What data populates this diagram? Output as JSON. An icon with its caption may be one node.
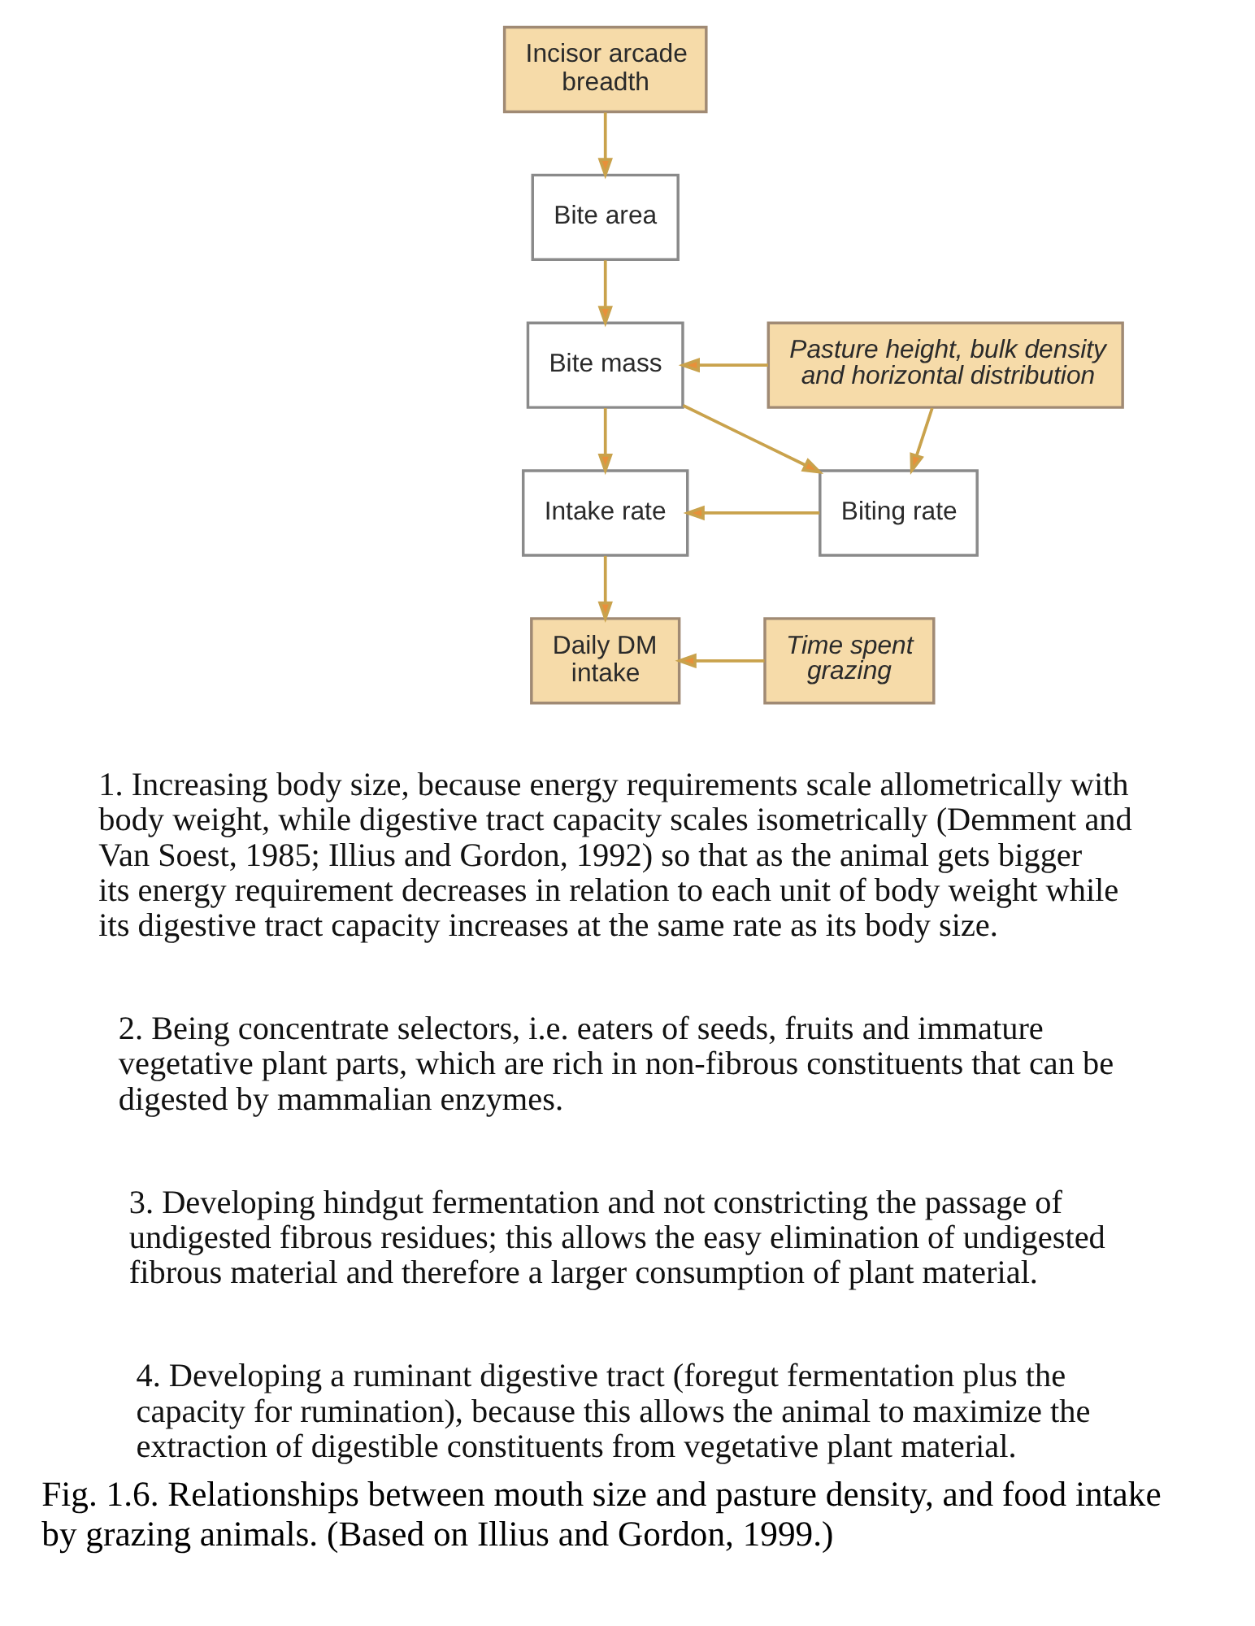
{
  "diagram": {
    "caption": "Fig. 1.6. Relationships between mouth size and pasture density, and food intake by grazing animals. (Based on Illius and Gordon, 1999.)",
    "nodes": [
      {
        "text": [
          "Incisor arcade breadth"
        ]
      },
      {
        "text": [
          "Bite area"
        ]
      },
      {
        "text": [
          "Bite mass"
        ]
      },
      {
        "text": [
          "Pasture height, bulk density and horizontal distribution"
        ]
      },
      {
        "text": [
          "Intake rate"
        ]
      },
      {
        "text": [
          "Biting rate"
        ]
      },
      {
        "text": [
          "Daily DM intake"
        ]
      },
      {
        "text": [
          "Time spent grazing"
        ]
      }
    ],
    "edges": [
      {
        "from": 0,
        "to": 1,
        "arrow": "to"
      },
      {
        "from": 1,
        "to": 2,
        "arrow": "to"
      },
      {
        "from": 3,
        "to": 2,
        "arrow": "to"
      },
      {
        "from": 2,
        "to": 4,
        "arrow": "to"
      },
      {
        "from": 2,
        "to": 5,
        "arrow": "to"
      },
      {
        "from": 3,
        "to": 5,
        "arrow": "to"
      },
      {
        "from": 5,
        "to": 4,
        "arrow": "to"
      },
      {
        "from": 4,
        "to": 6,
        "arrow": "to"
      },
      {
        "from": 7,
        "to": 6,
        "arrow": "to"
      }
    ],
    "labels": [
      "1. Increasing body size, because energy requirements scale allometrically with body weight, while digestive tract capacity scales isometrically (Demment and Van Soest, 1985; Illius and Gordon, 1992) so that as the animal gets bigger its energy requirement decreases in relation to each unit of body weight while its digestive tract capacity increases at the same rate as its body size.",
      "2. Being concentrate selectors, i.e. eaters of seeds, fruits and immature vegetative plant parts, which are rich in non-fibrous constituents that can be digested by mammalian enzymes.",
      "3. Developing hindgut fermentation and not constricting the passage of undigested fibrous residues; this allows the easy elimination of undigested fibrous material and therefore a larger consumption of plant material.",
      "4. Developing a ruminant digestive tract (foregut fermentation plus the capacity for rumination), because this allows the animal to maximize the extraction of digestible constituents from vegetative plant material."
    ]
  }
}
